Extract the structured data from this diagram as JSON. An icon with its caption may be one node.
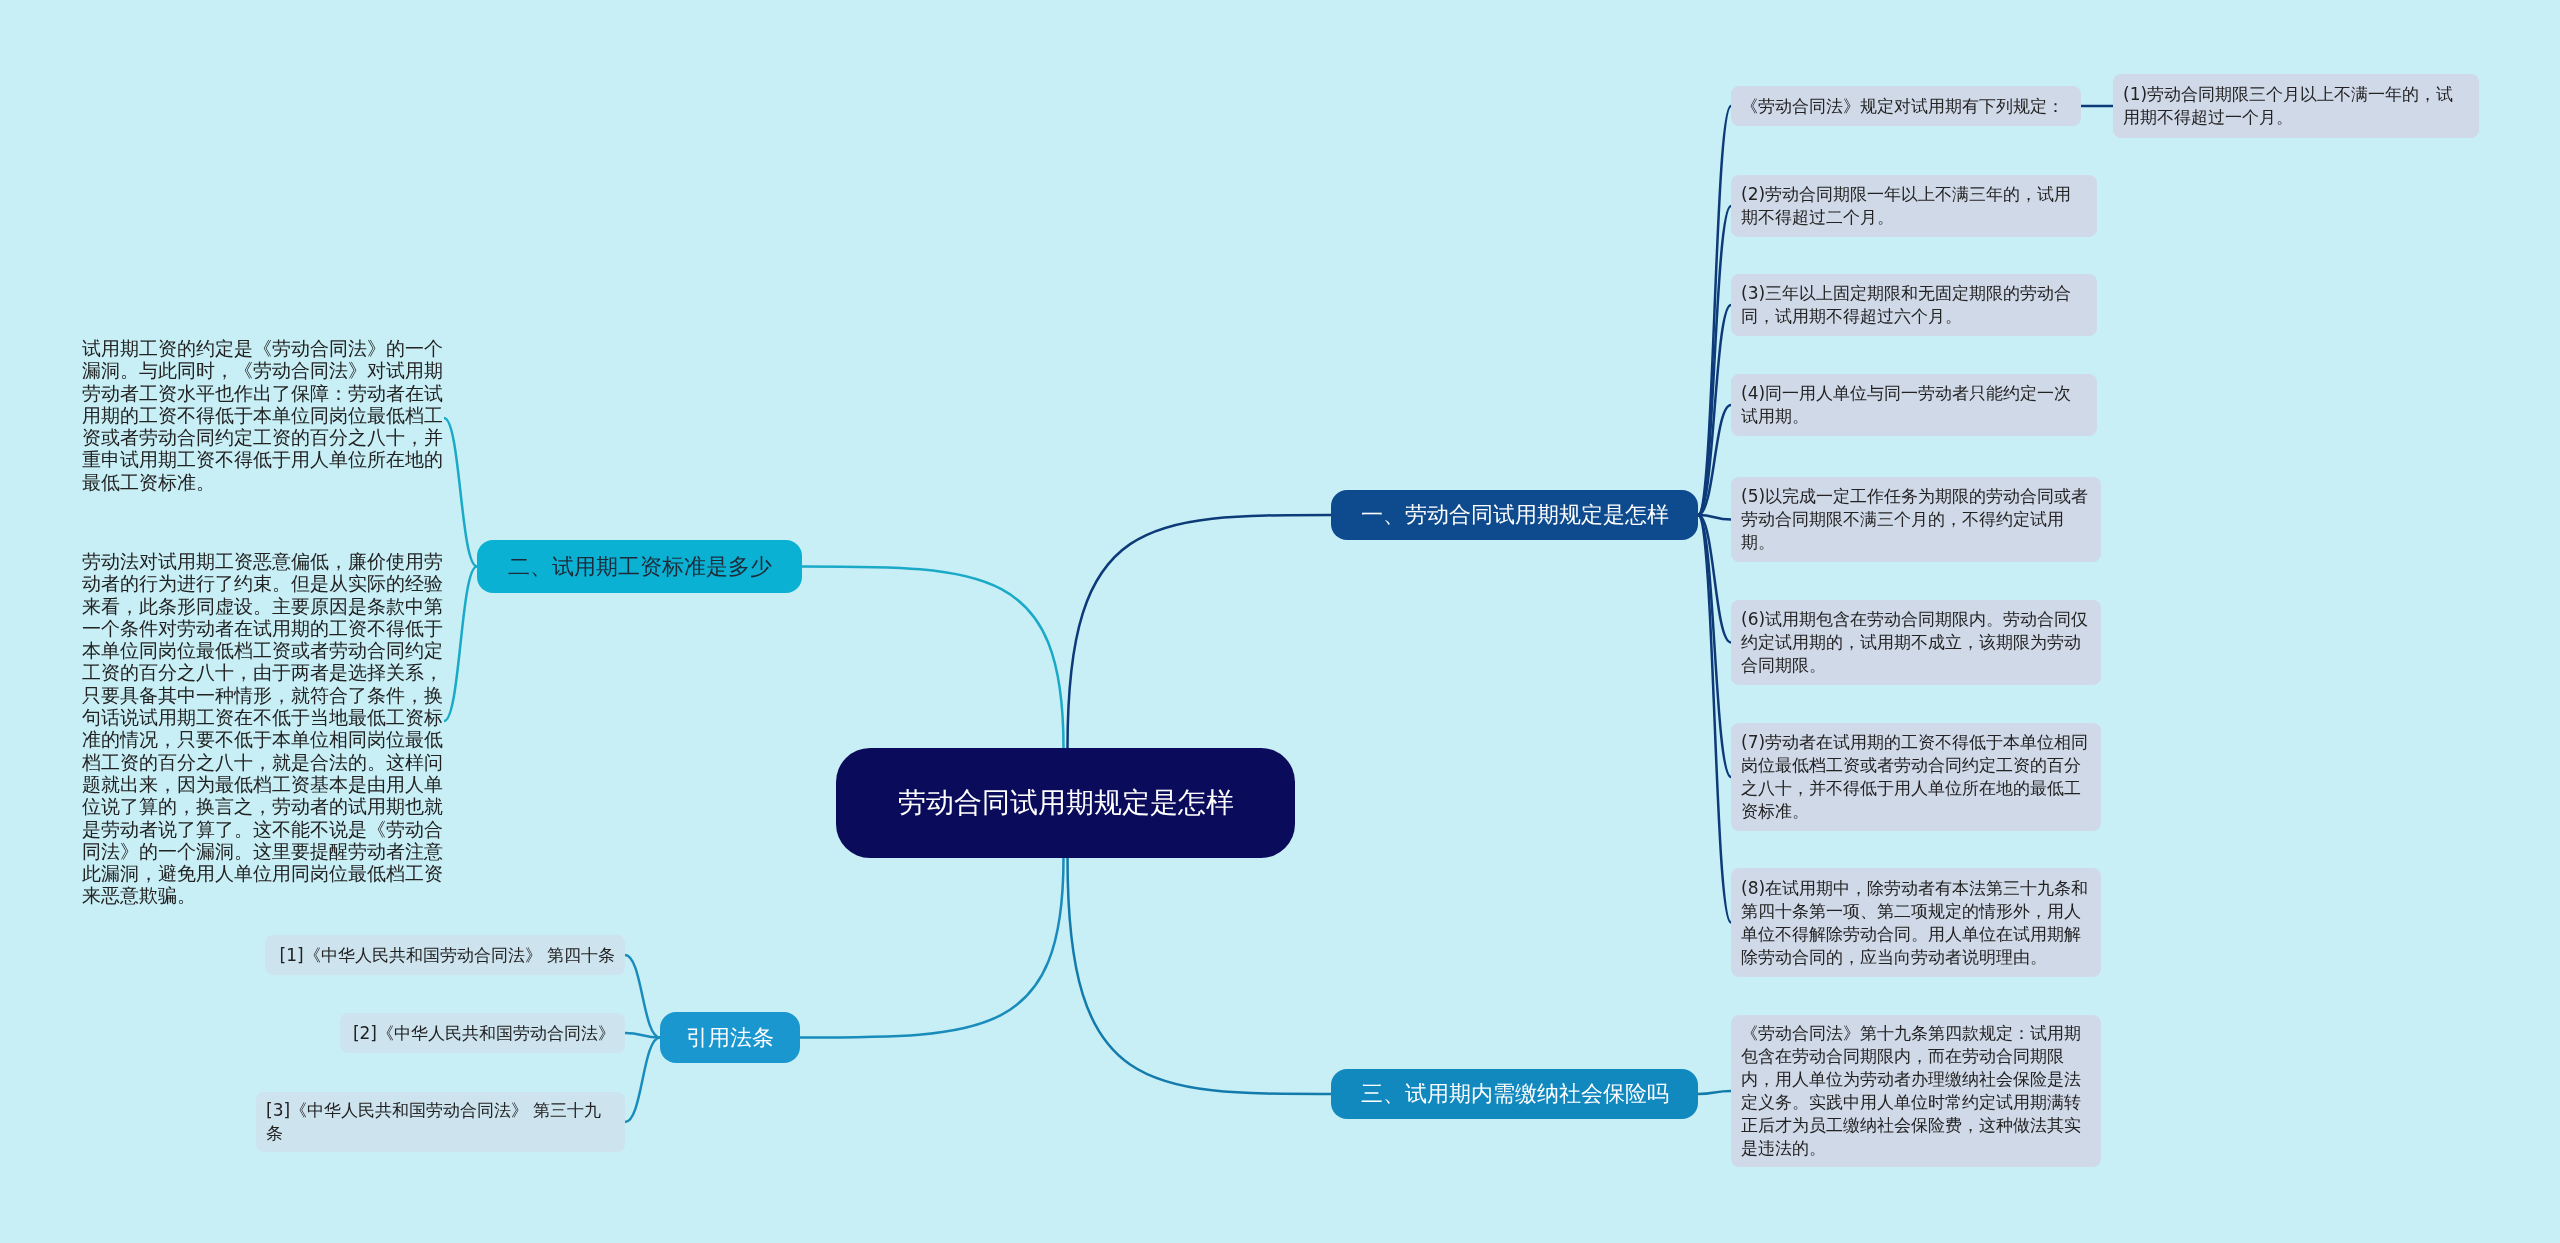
{
  "diagram": {
    "nodes": [
      {
        "text": [
          "劳动合同试用期规定是怎样"
        ]
      },
      {
        "text": [
          "一、劳动合同试用期规定是怎样"
        ]
      },
      {
        "text": [
          "《劳动合同法》规定对试用期有下列规定："
        ]
      },
      {
        "text": [
          "(1)劳动合同期限三个月以上不满一年的，试用期不得超过一个月。"
        ]
      },
      {
        "text": [
          "(2)劳动合同期限一年以上不满三年的，试用期不得超过二个月。"
        ]
      },
      {
        "text": [
          "(3)三年以上固定期限和无固定期限的劳动合同，试用期不得超过六个月。"
        ]
      },
      {
        "text": [
          "(4)同一用人单位与同一劳动者只能约定一次试用期。"
        ]
      },
      {
        "text": [
          "(5)以完成一定工作任务为期限的劳动合同或者劳动合同期限不满三个月的，不得约定试用期。"
        ]
      },
      {
        "text": [
          "(6)试用期包含在劳动合同期限内。劳动合同仅约定试用期的，试用期不成立，该期限为劳动合同期限。"
        ]
      },
      {
        "text": [
          "(7)劳动者在试用期的工资不得低于本单位相同岗位最低档工资或者劳动合同约定工资的百分之八十，并不得低于用人单位所在地的最低工资标准。"
        ]
      },
      {
        "text": [
          "(8)在试用期中，除劳动者有本法第三十九条和第四十条第一项、第二项规定的情形外，用人单位不得解除劳动合同。用人单位在试用期解除劳动合同的，应当向劳动者说明理由。"
        ]
      },
      {
        "text": [
          "二、试用期工资标准是多少"
        ]
      },
      {
        "text": [
          "试用期工资的约定是《劳动合同法》的一个漏洞。与此同时，《劳动合同法》对试用期劳动者工资水平也作出了保障：劳动者在试用期的工资不得低于本单位同岗位最低档工资或者劳动合同约定工资的百分之八十，并重申试用期工资不得低于用人单位所在地的最低工资标准。"
        ]
      },
      {
        "text": [
          "劳动法对试用期工资恶意偏低，廉价使用劳动者的行为进行了约束。但是从实际的经验来看，此条形同虚设。主要原因是条款中第一个条件对劳动者在试用期的工资不得低于本单位同岗位最低档工资或者劳动合同约定工资的百分之八十，由于两者是选择关系，只要具备其中一种情形，就符合了条件，换句话说试用期工资在不低于当地最低工资标准的情况，只要不低于本单位相同岗位最低档工资的百分之八十，就是合法的。这样问题就出来，因为最低档工资基本是由用人单位说了算的，换言之，劳动者的试用期也就是劳动者说了算了。这不能不说是《劳动合同法》的一个漏洞。这里要提醒劳动者注意此漏洞，避免用人单位用同岗位最低档工资来恶意欺骗。"
        ]
      },
      {
        "text": [
          "三、试用期内需缴纳社会保险吗"
        ]
      },
      {
        "text": [
          "《劳动合同法》第十九条第四款规定：试用期包含在劳动合同期限内，而在劳动合同期限内，用人单位为劳动者办理缴纳社会保险是法定义务。实践中用人单位时常约定试用期满转正后才为员工缴纳社会保险费，这种做法其实是违法的。"
        ]
      },
      {
        "text": [
          "引用法条"
        ]
      },
      {
        "text": [
          "[1]《中华人民共和国劳动合同法》 第四十条"
        ]
      },
      {
        "text": [
          "[2]《中华人民共和国劳动合同法》"
        ]
      },
      {
        "text": [
          "[3]《中华人民共和国劳动合同法》 第三十九条"
        ]
      }
    ],
    "edges": [
      {
        "from": 0,
        "to": 1,
        "arrow": "none"
      },
      {
        "from": 1,
        "to": 2,
        "arrow": "none"
      },
      {
        "from": 2,
        "to": 3,
        "arrow": "none"
      },
      {
        "from": 1,
        "to": 4,
        "arrow": "none"
      },
      {
        "from": 1,
        "to": 5,
        "arrow": "none"
      },
      {
        "from": 1,
        "to": 6,
        "arrow": "none"
      },
      {
        "from": 1,
        "to": 7,
        "arrow": "none"
      },
      {
        "from": 1,
        "to": 8,
        "arrow": "none"
      },
      {
        "from": 1,
        "to": 9,
        "arrow": "none"
      },
      {
        "from": 1,
        "to": 10,
        "arrow": "none"
      },
      {
        "from": 0,
        "to": 11,
        "arrow": "none",
        "color": "#1aa9c6"
      },
      {
        "from": 11,
        "to": 12,
        "arrow": "none",
        "color": "#1aa9c6"
      },
      {
        "from": 11,
        "to": 13,
        "arrow": "none",
        "color": "#1aa9c6"
      },
      {
        "from": 0,
        "to": 14,
        "arrow": "none",
        "color": "#137bab"
      },
      {
        "from": 14,
        "to": 15,
        "arrow": "none",
        "color": "#137bab"
      },
      {
        "from": 0,
        "to": 16,
        "arrow": "none",
        "color": "#1a8cbc"
      },
      {
        "from": 16,
        "to": 17,
        "arrow": "none",
        "color": "#1a8cbc"
      },
      {
        "from": 16,
        "to": 18,
        "arrow": "none",
        "color": "#1a8cbc"
      },
      {
        "from": 16,
        "to": 19,
        "arrow": "none",
        "color": "#1a8cbc"
      }
    ]
  }
}
